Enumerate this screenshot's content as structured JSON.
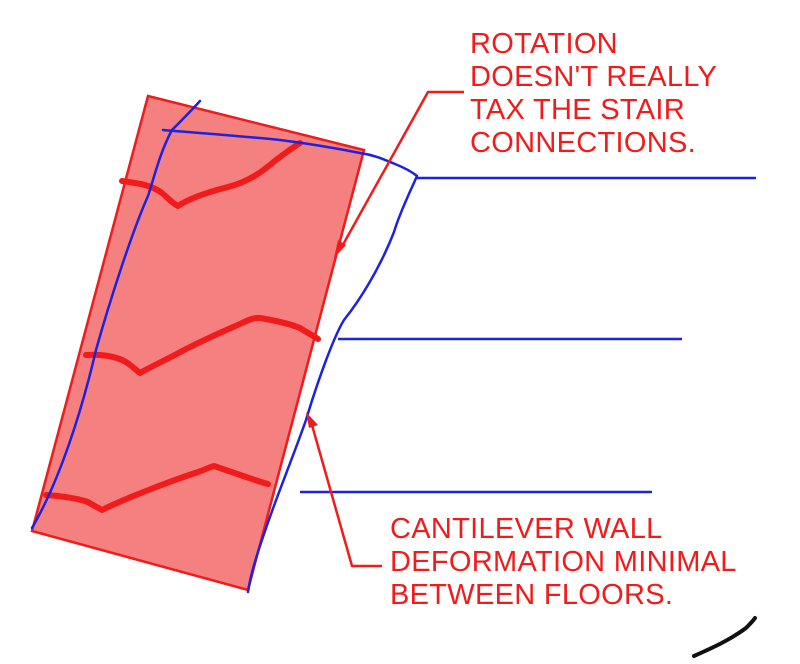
{
  "colors": {
    "annotation": "#f21b1b",
    "wall_fill": "#f58080",
    "wall_edge": "#ee1c1c",
    "deflection_line": "#1c22e0",
    "floor_line": "#1c22e0",
    "stray_mark": "#111111"
  },
  "annotations": {
    "rotation_note": [
      "ROTATION",
      "DOESN'T REALLY",
      "TAX THE STAIR",
      "CONNECTIONS."
    ],
    "cantilever_note": [
      "CANTILEVER WALL",
      "DEFORMATION MINIMAL",
      "BETWEEN FLOORS."
    ]
  }
}
